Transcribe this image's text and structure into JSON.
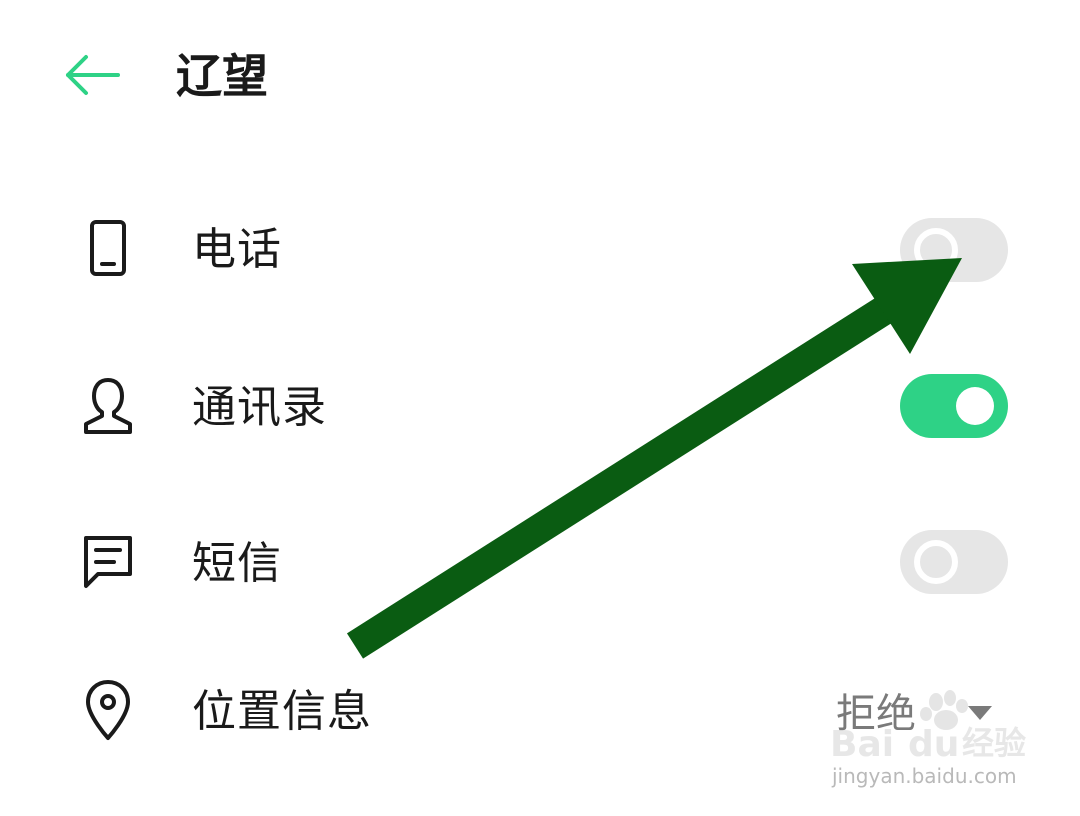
{
  "header": {
    "title": "辽望",
    "back_icon": "arrow-left-icon"
  },
  "permissions": [
    {
      "label": "电话",
      "icon": "phone-icon",
      "state": "off"
    },
    {
      "label": "通讯录",
      "icon": "contacts-icon",
      "state": "on"
    },
    {
      "label": "短信",
      "icon": "sms-icon",
      "state": "off"
    },
    {
      "label": "位置信息",
      "icon": "location-icon",
      "value": "拒绝"
    }
  ],
  "watermark": {
    "brand": "Baidu 经验",
    "url": "jingyan.baidu.com"
  },
  "colors": {
    "accent": "#2ed286",
    "toggle_off": "#e6e6e6",
    "annotation_arrow": "#0a5c12"
  }
}
